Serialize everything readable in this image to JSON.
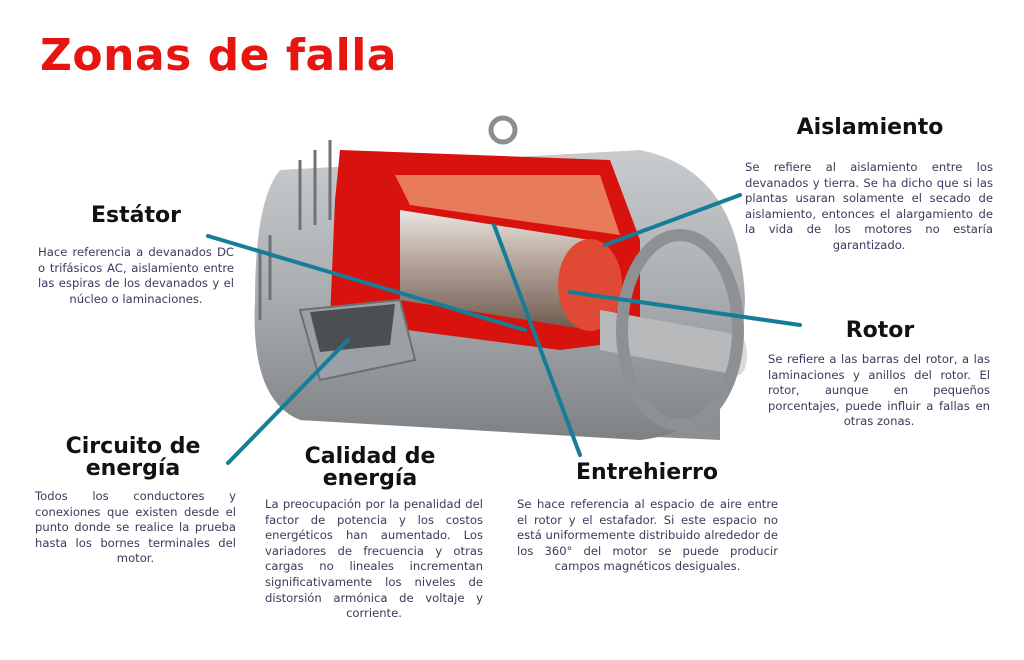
{
  "title": "Zonas de falla",
  "accent_color": "#e8140f",
  "line_color": "#147d97",
  "zones": {
    "aislamiento": {
      "heading": "Aislamiento",
      "text": "Se refiere al aislamiento entre los devanados y tierra. Se ha dicho que si las plantas usaran solamente el secado de aislamiento, entonces el alargamiento de la vida de los motores no estaría garantizado."
    },
    "estator": {
      "heading": "Estátor",
      "text": "Hace referencia a devanados DC o trifásicos AC, aislamiento entre las espiras de los devanados y el núcleo o laminaciones."
    },
    "rotor": {
      "heading": "Rotor",
      "text": "Se refiere a las barras del rotor, a las laminaciones y anillos del rotor. El rotor, aunque en pequeños porcentajes, puede influir a fallas en otras zonas."
    },
    "circuito": {
      "heading": "Circuito de energía",
      "text": "Todos los conductores y conexiones que existen desde el punto donde se realice la prueba hasta los bornes terminales del motor."
    },
    "calidad": {
      "heading": "Calidad de energía",
      "text": "La preocupación por la penalidad del factor de potencia y los costos energéticos han aumentado. Los variadores de frecuencia y otras cargas no lineales incrementan significativamente los niveles de distorsión armónica de voltaje y corriente."
    },
    "entrehierro": {
      "heading": "Entrehierro",
      "text": "Se hace referencia al espacio de aire entre el rotor y el estafador. Si este espacio no está uniformemente distribuido alrededor de los 360° del motor se puede producir campos magnéticos desiguales."
    }
  }
}
